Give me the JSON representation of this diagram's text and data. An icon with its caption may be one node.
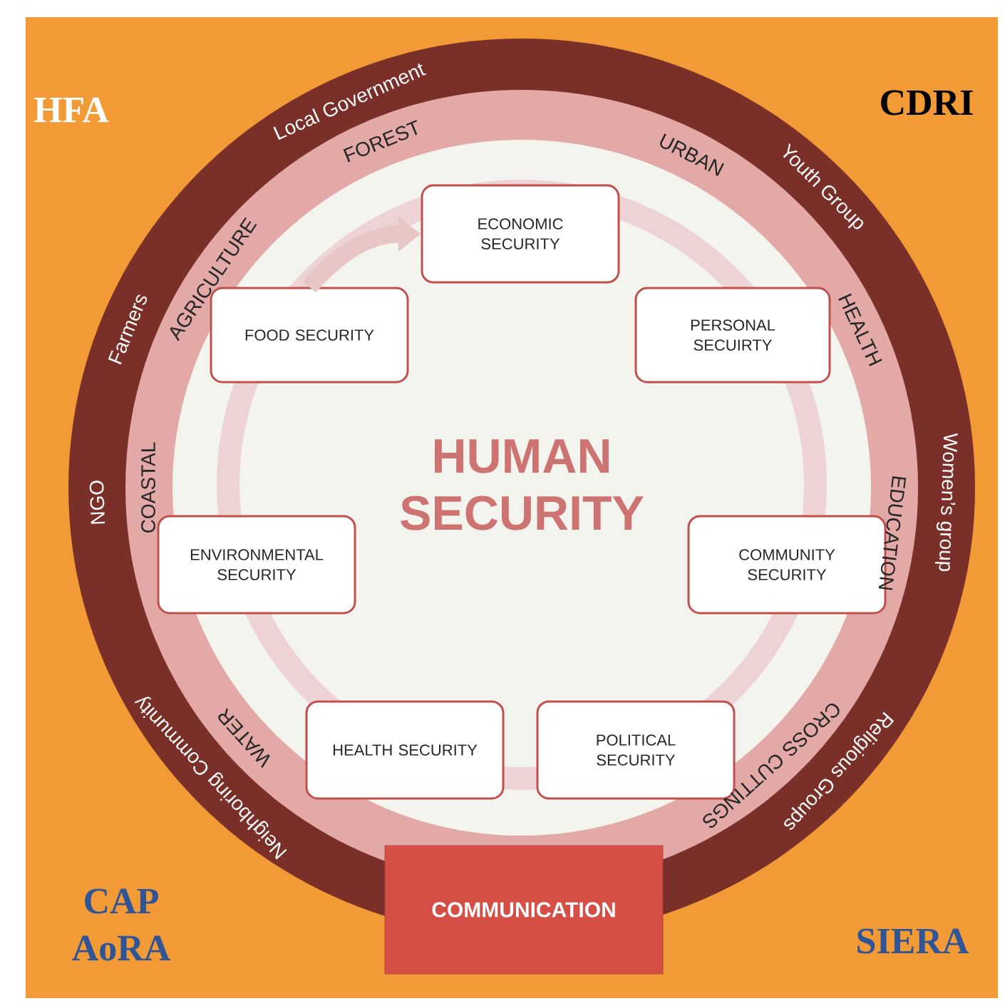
{
  "diagram": {
    "nodes": [
      {
        "text": [
          "ECONOMIC SECURITY"
        ]
      },
      {
        "text": [
          "FOOD SECURITY"
        ]
      },
      {
        "text": [
          "PERSONAL SECUIRTY"
        ]
      },
      {
        "text": [
          "ENVIRONMENTAL SECURITY"
        ]
      },
      {
        "text": [
          "COMMUNITY SECURITY"
        ]
      },
      {
        "text": [
          "HEALTH SECURITY"
        ]
      },
      {
        "text": [
          "POLITICAL SECURITY"
        ]
      },
      {
        "text": [
          "COMMUNICATION"
        ]
      }
    ],
    "edges": [
      {
        "from": 1,
        "to": 0,
        "arrow": "to"
      }
    ],
    "labels": [
      "HFA",
      "Local Government",
      "FOREST",
      "CDRI",
      "URBAN",
      "Youth Group",
      "AGRICULTURE",
      "Farmers",
      "HEALTH",
      "NGO",
      "COASTAL",
      "HUMAN SECURITY",
      "EDUCATION",
      "Women’s group",
      "WATER",
      "CROSS CUTTINGS",
      "Neighboring Community",
      "Religious Groups",
      "CAP",
      "AoRA",
      "SIERA"
    ]
  }
}
